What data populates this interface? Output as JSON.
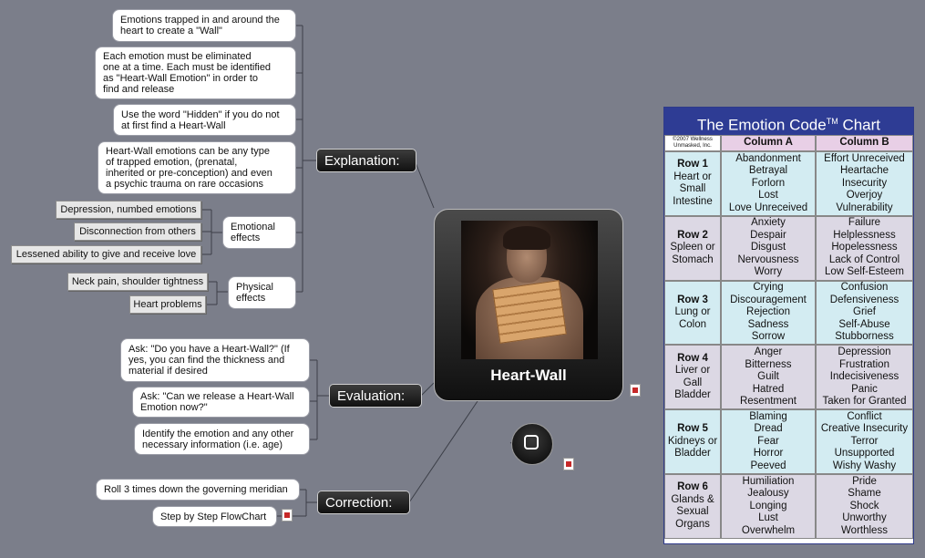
{
  "central": {
    "title": "Heart-Wall"
  },
  "branches": {
    "explanation": {
      "label": "Explanation:"
    },
    "evaluation": {
      "label": "Evaluation:"
    },
    "correction": {
      "label": "Correction:"
    }
  },
  "explanation_items": [
    "Emotions trapped in and around the\nheart to create a \"Wall\"",
    "Each emotion must be eliminated\none at a time. Each must be identified\nas \"Heart-Wall Emotion\" in order to\nfind and release",
    "Use the word \"Hidden\" if you do not\nat first find a Heart-Wall",
    "Heart-Wall emotions can be any type\nof trapped emotion, (prenatal,\ninherited or pre-conception) and even\na psychic  trauma on rare occasions"
  ],
  "emotional_effects": {
    "label": "Emotional\neffects",
    "items": [
      "Depression, numbed emotions",
      "Disconnection from others",
      "Lessened ability to give and receive love"
    ]
  },
  "physical_effects": {
    "label": "Physical\neffects",
    "items": [
      "Neck pain, shoulder tightness",
      "Heart problems"
    ]
  },
  "evaluation_items": [
    "Ask: \"Do you have a Heart-Wall?\" (If\nyes, you can find the thickness and\nmaterial if desired",
    "Ask: \"Can we release a Heart-Wall\nEmotion now?\"",
    "Identify the emotion and any other\nnecessary information (i.e. age)"
  ],
  "correction_items": [
    "Roll 3 times down the governing meridian",
    "Step by Step FlowChart"
  ],
  "emotion_chart": {
    "title": "The Emotion Code",
    "tm": "TM",
    "title_suffix": " Chart",
    "copyright": "©2007 Wellness\nUnmasked, Inc.",
    "column_a": "Column A",
    "column_b": "Column B",
    "rows": [
      {
        "name": "Row 1",
        "organ": "Heart or\nSmall\nIntestine",
        "a": [
          "Abandonment",
          "Betrayal",
          "Forlorn",
          "Lost",
          "Love Unreceived"
        ],
        "b": [
          "Effort Unreceived",
          "Heartache",
          "Insecurity",
          "Overjoy",
          "Vulnerability"
        ]
      },
      {
        "name": "Row 2",
        "organ": "Spleen or\nStomach",
        "a": [
          "Anxiety",
          "Despair",
          "Disgust",
          "Nervousness",
          "Worry"
        ],
        "b": [
          "Failure",
          "Helplessness",
          "Hopelessness",
          "Lack of Control",
          "Low Self-Esteem"
        ]
      },
      {
        "name": "Row 3",
        "organ": "Lung or\nColon",
        "a": [
          "Crying",
          "Discouragement",
          "Rejection",
          "Sadness",
          "Sorrow"
        ],
        "b": [
          "Confusion",
          "Defensiveness",
          "Grief",
          "Self-Abuse",
          "Stubborness"
        ]
      },
      {
        "name": "Row 4",
        "organ": "Liver or\nGall\nBladder",
        "a": [
          "Anger",
          "Bitterness",
          "Guilt",
          "Hatred",
          "Resentment"
        ],
        "b": [
          "Depression",
          "Frustration",
          "Indecisiveness",
          "Panic",
          "Taken for Granted"
        ]
      },
      {
        "name": "Row 5",
        "organ": "Kidneys or\nBladder",
        "a": [
          "Blaming",
          "Dread",
          "Fear",
          "Horror",
          "Peeved"
        ],
        "b": [
          "Conflict",
          "Creative Insecurity",
          "Terror",
          "Unsupported",
          "Wishy Washy"
        ]
      },
      {
        "name": "Row 6",
        "organ": "Glands &\nSexual\nOrgans",
        "a": [
          "Humiliation",
          "Jealousy",
          "Longing",
          "Lust",
          "Overwhelm"
        ],
        "b": [
          "Pride",
          "Shame",
          "Shock",
          "Unworthy",
          "Worthless"
        ]
      }
    ]
  },
  "colors": {
    "background": "#7b7e8a",
    "chart_header": "#2e3c94",
    "cyan_row": "#d3ecf2",
    "lilac_row": "#dcd8e4",
    "col_header": "#e8cfe6"
  }
}
